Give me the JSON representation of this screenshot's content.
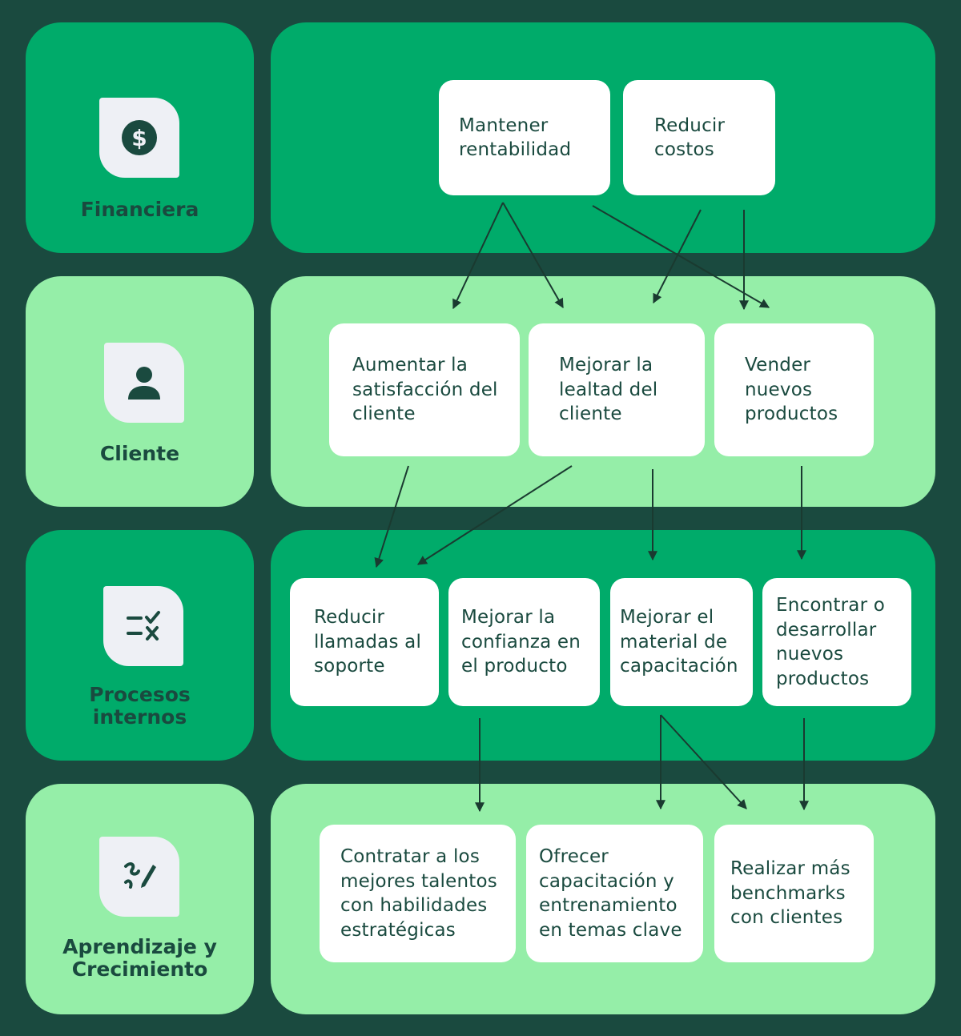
{
  "colors": {
    "background": "#1a4a3f",
    "dark_panel": "#00ab6a",
    "light_panel": "#95eea8",
    "card": "#ffffff",
    "text": "#1a4a3f",
    "icon_tile": "#eef0f5"
  },
  "perspectives": {
    "financiera": {
      "label": "Financiera",
      "icon": "dollar-coin-icon"
    },
    "cliente": {
      "label": "Cliente",
      "icon": "user-icon"
    },
    "procesos": {
      "label": "Procesos internos",
      "icon": "check-x-list-icon"
    },
    "aprendizaje": {
      "label": "Aprendizaje y Crecimiento",
      "icon": "pencil-scribble-icon"
    }
  },
  "nodes": {
    "mantener_rentabilidad": "Mantener rentabilidad",
    "reducir_costos": "Reducir costos",
    "aumentar_satisfaccion": "Aumentar la satisfacción del cliente",
    "mejorar_lealtad": "Mejorar la lealtad del cliente",
    "vender_nuevos": "Vender nuevos productos",
    "reducir_llamadas": "Reducir llamadas al soporte",
    "mejorar_confianza": "Mejorar la confianza en el producto",
    "mejorar_material": "Mejorar el material de capacitación",
    "encontrar_desarrollar": "Encontrar o desarrollar nuevos productos",
    "contratar_talentos": "Contratar a los mejores talentos con habilidades estratégicas",
    "ofrecer_capacitacion": "Ofrecer capacitación y entrenamiento en temas clave",
    "realizar_benchmarks": "Realizar más benchmarks con clientes"
  }
}
